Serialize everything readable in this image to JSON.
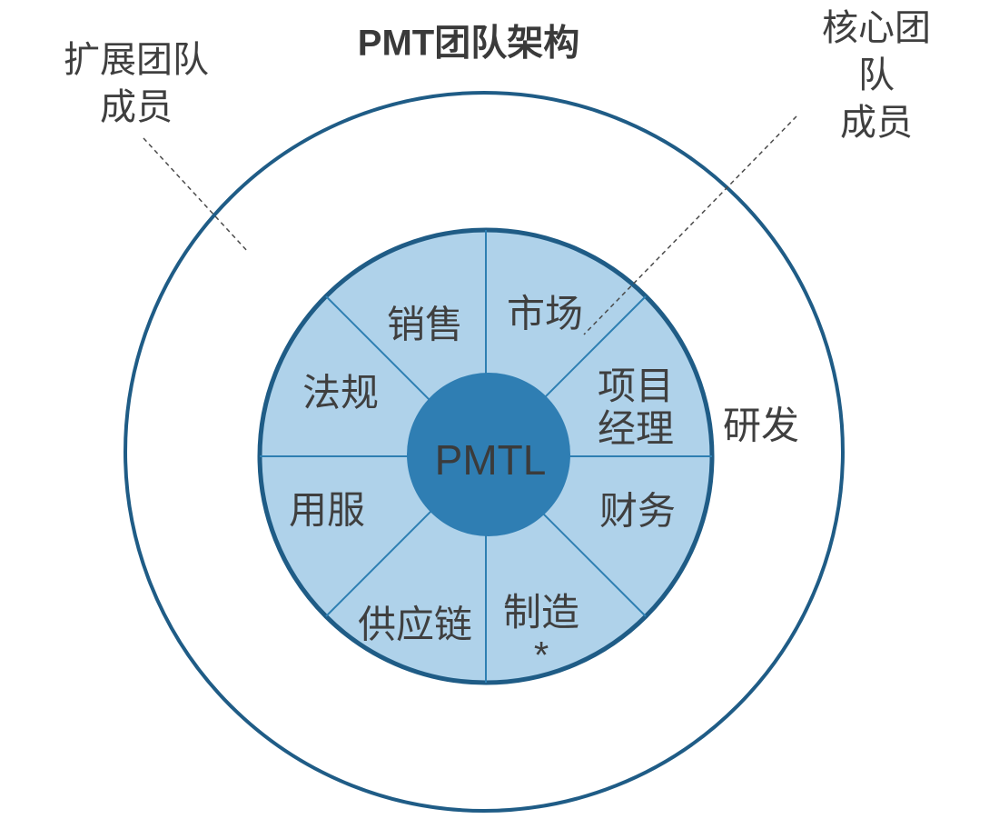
{
  "title": "PMT团队架构",
  "annotations": {
    "extended": {
      "label": "扩展团队\n成员"
    },
    "core": {
      "label": "核心团队\n成员"
    }
  },
  "center": {
    "label": "PMTL"
  },
  "inner_segments": [
    {
      "label": "市场"
    },
    {
      "label": "项目\n经理"
    },
    {
      "label": "财务"
    },
    {
      "label": "制造\n*"
    },
    {
      "label": "供应链"
    },
    {
      "label": "用服"
    },
    {
      "label": "法规"
    },
    {
      "label": "销售"
    }
  ],
  "outer_segments": [
    {
      "label": "研发"
    }
  ],
  "colors": {
    "background": "#FFFFFF",
    "ring_stroke": "#1F5C86",
    "inner_fill": "#AFD2EA",
    "spoke_stroke": "#2E7FB2",
    "center_fill": "#2F7EB3",
    "leader_line": "#4A4A4A",
    "text": "#3F3F3F"
  }
}
